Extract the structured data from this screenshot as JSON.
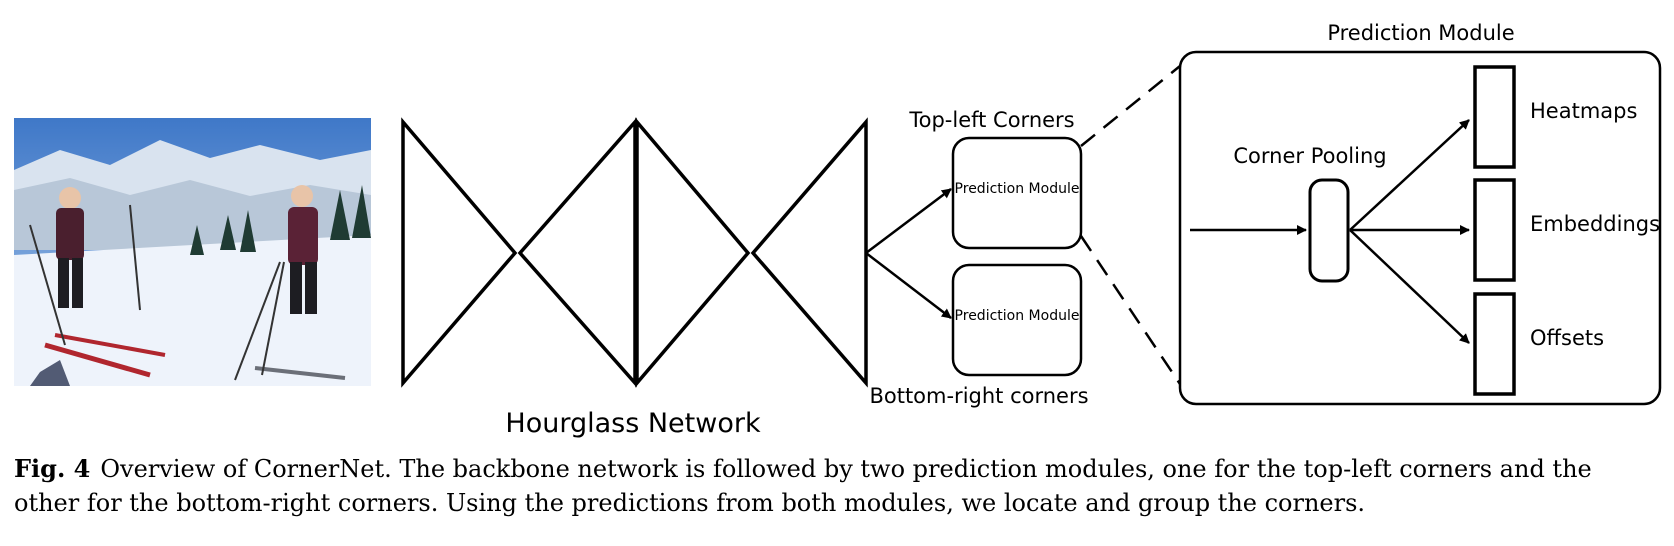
{
  "diagram": {
    "hourglass_label": "Hourglass Network",
    "top_left_label": "Top-left Corners",
    "bottom_right_label": "Bottom-right corners",
    "module_box_label": "Prediction Module",
    "detail_title": "Prediction Module",
    "corner_pooling_label": "Corner Pooling",
    "outputs": [
      "Heatmaps",
      "Embeddings",
      "Offsets"
    ]
  },
  "photo": {
    "alt": "Two skiers posing on a snowy mountain slope",
    "colors": {
      "sky_top": "#3f78c8",
      "sky_bottom": "#a9c7ea",
      "snow": "#eef3fb",
      "mountain": "#d9e3ef",
      "trees": "#1f3b33"
    }
  },
  "caption": {
    "label": "Fig. 4",
    "text": "Overview of CornerNet. The backbone network is followed by two prediction modules, one for the top-left corners and the other for the bottom-right corners. Using the predictions from both modules, we locate and group the corners."
  }
}
